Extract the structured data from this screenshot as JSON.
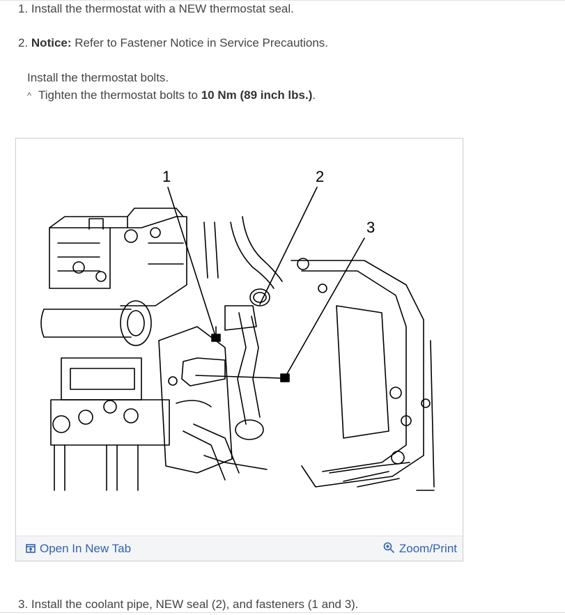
{
  "steps": {
    "step1": "1. Install the thermostat with a NEW thermostat seal.",
    "step2_prefix": "2. ",
    "step2_bold": "Notice:",
    "step2_rest": " Refer to Fastener Notice in Service Precautions.",
    "step2_sub1": "Install the thermostat bolts.",
    "caret": "^",
    "step2_sub2_prefix": "Tighten the thermostat bolts to ",
    "step2_sub2_bold": "10 Nm (89 inch lbs.)",
    "step2_sub2_suffix": ".",
    "step3": "3. Install the coolant pipe, NEW seal (2), and fasteners (1 and 3)."
  },
  "figure": {
    "callouts": [
      "1",
      "2",
      "3"
    ],
    "open_tab_label": "Open In New Tab",
    "zoom_label": "Zoom/Print",
    "open_icon": "open-new-tab-icon",
    "zoom_icon": "zoom-in-icon",
    "link_color": "#2f62b4"
  }
}
